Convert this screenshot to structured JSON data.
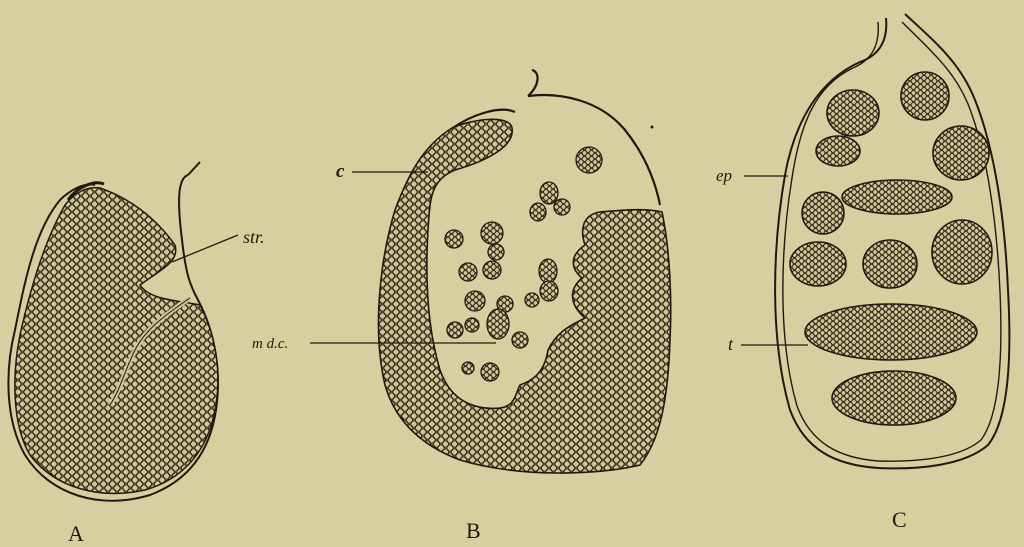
{
  "figure": {
    "panels": [
      {
        "caption": "A",
        "labels": [
          "str."
        ]
      },
      {
        "caption": "B",
        "labels": [
          "c",
          "m d.c."
        ]
      },
      {
        "caption": "C",
        "labels": [
          "ep",
          "t"
        ]
      }
    ]
  },
  "colors": {
    "paper": "#d8cfa0",
    "ink": "#1e1a12",
    "tissue": "#8c8361"
  }
}
